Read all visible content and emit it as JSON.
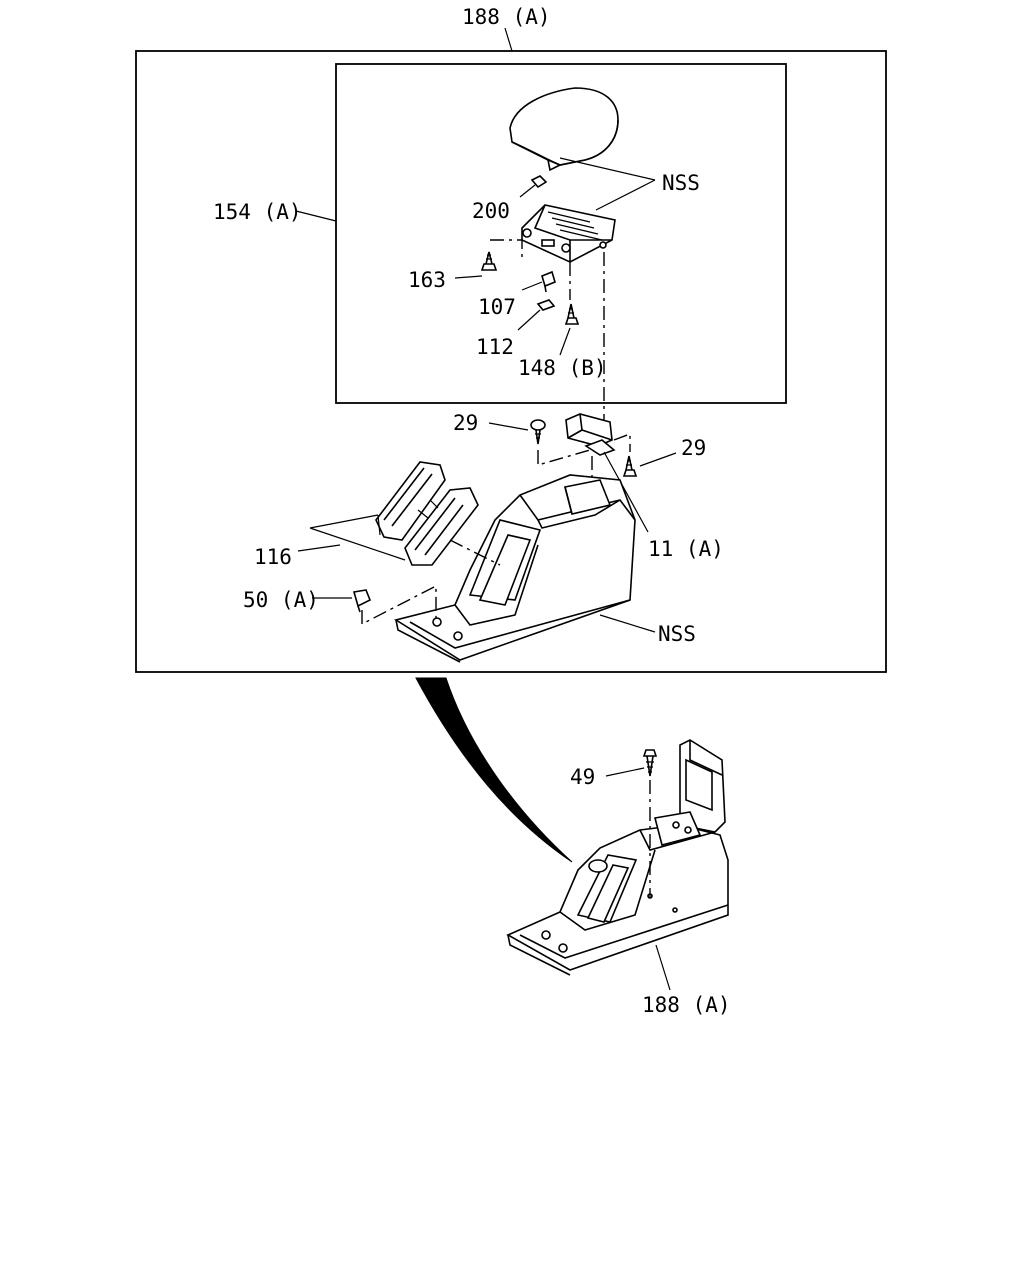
{
  "labels": {
    "l188a_top": "188 (A)",
    "l154a": "154 (A)",
    "l200": "200",
    "nss_top": "NSS",
    "l163": "163",
    "l107": "107",
    "l112": "112",
    "l148b": "148 (B)",
    "l29_left": "29",
    "l29_right": "29",
    "l11a": "11 (A)",
    "l116": "116",
    "l50a": "50 (A)",
    "nss_bottom": "NSS",
    "l49": "49",
    "l188a_bottom": "188 (A)"
  }
}
